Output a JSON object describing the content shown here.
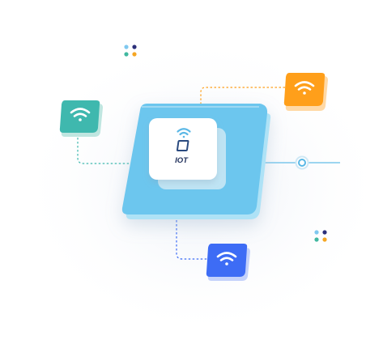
{
  "diagram": {
    "hub": {
      "label": "IOT",
      "icons": [
        "wifi-icon",
        "device-icon"
      ]
    },
    "nodes": [
      {
        "id": "node-teal",
        "icon": "wifi-icon",
        "color": "#3fb8ae"
      },
      {
        "id": "node-orange",
        "icon": "wifi-icon",
        "color": "#ff9f1a"
      },
      {
        "id": "node-blue",
        "icon": "wifi-icon",
        "color": "#3d6cf5"
      }
    ],
    "colors": {
      "platform": "#6cc6ee",
      "platform_side": "#aee2f6",
      "connector_line": "#7cc8ec",
      "dot_palette": [
        "#7fc8ef",
        "#2b2f7a",
        "#41b8a0",
        "#f5a623"
      ]
    }
  }
}
